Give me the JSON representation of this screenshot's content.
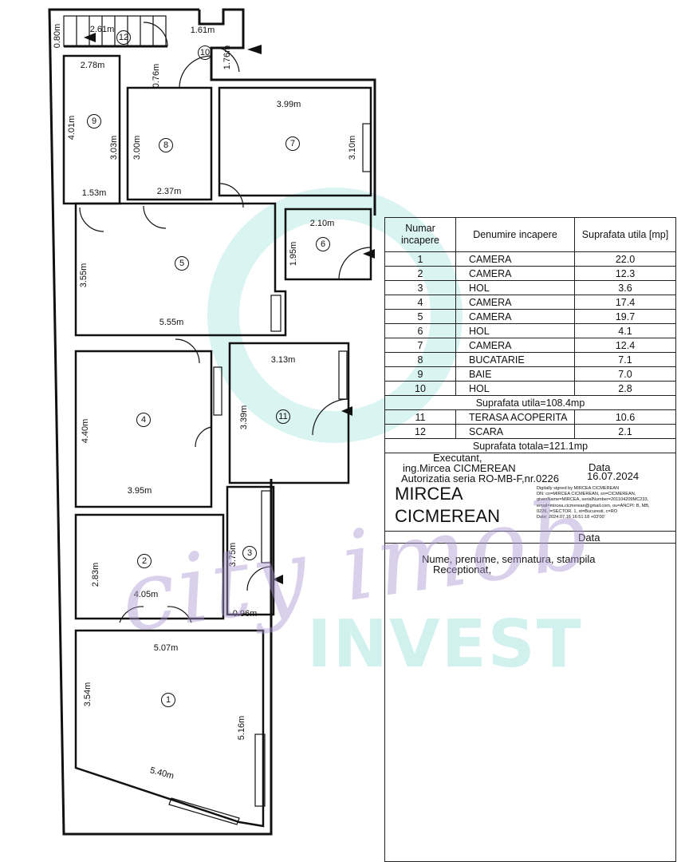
{
  "plan": {
    "dimensions": [
      "2.61m",
      "0.80m",
      "1.61m",
      "1.76m",
      "2.78m",
      "0.76m",
      "4.01m",
      "3.03m",
      "3.00m",
      "1.53m",
      "2.37m",
      "3.99m",
      "3.10m",
      "2.10m",
      "1.95m",
      "3.55m",
      "5.55m",
      "3.13m",
      "4.40m",
      "3.39m",
      "3.95m",
      "3.75m",
      "2.83m",
      "4.05m",
      "0.96m",
      "5.07m",
      "3.54m",
      "5.16m",
      "5.40m"
    ],
    "room_numbers": [
      "12",
      "10",
      "9",
      "8",
      "7",
      "6",
      "5",
      "4",
      "11",
      "2",
      "3",
      "1"
    ]
  },
  "watermark": {
    "script": "city imob",
    "word": "INVEST",
    "colors": {
      "script": "#aa96d2",
      "word": "#78d7cd"
    }
  },
  "table": {
    "headers": [
      "Numar incapere",
      "Denumire incapere",
      "Suprafata utila [mp]"
    ],
    "rows": [
      {
        "nr": "1",
        "name": "CAMERA",
        "area": "22.0"
      },
      {
        "nr": "2",
        "name": "CAMERA",
        "area": "12.3"
      },
      {
        "nr": "3",
        "name": "HOL",
        "area": "3.6"
      },
      {
        "nr": "4",
        "name": "CAMERA",
        "area": "17.4"
      },
      {
        "nr": "5",
        "name": "CAMERA",
        "area": "19.7"
      },
      {
        "nr": "6",
        "name": "HOL",
        "area": "4.1"
      },
      {
        "nr": "7",
        "name": "CAMERA",
        "area": "12.4"
      },
      {
        "nr": "8",
        "name": "BUCATARIE",
        "area": "7.1"
      },
      {
        "nr": "9",
        "name": "BAIE",
        "area": "7.0"
      },
      {
        "nr": "10",
        "name": "HOL",
        "area": "2.8"
      }
    ],
    "subtotal": "Suprafata utila=108.4mp",
    "extra_rows": [
      {
        "nr": "11",
        "name": "TERASA ACOPERITA",
        "area": "10.6"
      },
      {
        "nr": "12",
        "name": "SCARA",
        "area": "2.1"
      }
    ],
    "total": "Suprafata totala=121.1mp"
  },
  "signature": {
    "executant": "Executant,",
    "engineer": "ing.Mircea CICMEREAN",
    "authorization": "Autorizatia seria RO-MB-F,nr.0226",
    "date_label": "Data",
    "date": "16.07.2024",
    "name_line1": "MIRCEA",
    "name_line2": "CICMEREAN",
    "digital": [
      "Digitally signed by MIRCEA CICMEREAN",
      "DN: cn=MIRCEA CICMEREAN, sn=CICMEREAN,",
      "givenName=MIRCEA, serialNumber=201104209MC233,",
      "email=mircea.cicmerean@gmail.com, ou=ANCPI: B, MB,",
      "0226, l=SECTOR. 1, st=Bucuresti, c=RO",
      "Date: 2024.07.16 16:51:18 +03'00'"
    ],
    "data_label2": "Data",
    "receiver_fields": "Nume, prenume, semnatura, stampila",
    "received": "Receptionat,"
  }
}
